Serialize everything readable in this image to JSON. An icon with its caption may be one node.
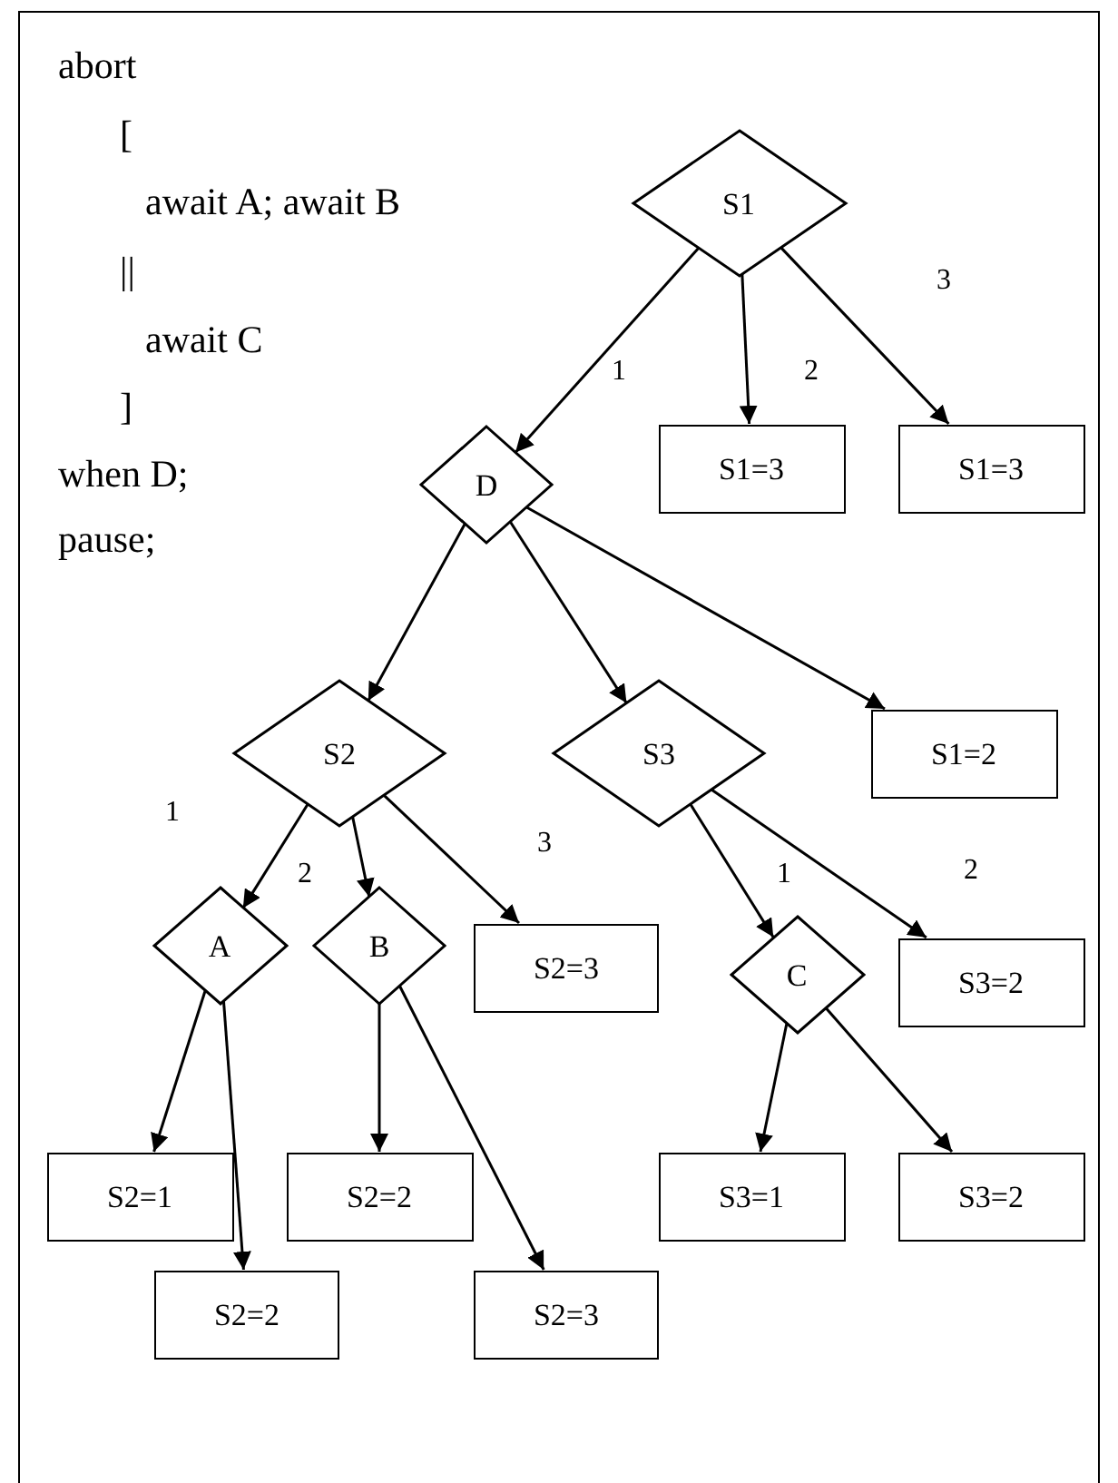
{
  "diagram": {
    "nodes": [
      {
        "text": [
          "S1"
        ]
      },
      {
        "text": [
          "D"
        ]
      },
      {
        "text": [
          "S1=3"
        ]
      },
      {
        "text": [
          "S1=3"
        ]
      },
      {
        "text": [
          "S2"
        ]
      },
      {
        "text": [
          "S3"
        ]
      },
      {
        "text": [
          "S1=2"
        ]
      },
      {
        "text": [
          "A"
        ]
      },
      {
        "text": [
          "B"
        ]
      },
      {
        "text": [
          "S2=3"
        ]
      },
      {
        "text": [
          "C"
        ]
      },
      {
        "text": [
          "S3=2"
        ]
      },
      {
        "text": [
          "S2=1"
        ]
      },
      {
        "text": [
          "S2=2"
        ]
      },
      {
        "text": [
          "S3=1"
        ]
      },
      {
        "text": [
          "S3=2"
        ]
      },
      {
        "text": [
          "S2=2"
        ]
      },
      {
        "text": [
          "S2=3"
        ]
      }
    ],
    "edges": [
      {
        "from": 0,
        "to": 1,
        "arrow": "to",
        "label": "1"
      },
      {
        "from": 0,
        "to": 2,
        "arrow": "to",
        "label": "2"
      },
      {
        "from": 0,
        "to": 3,
        "arrow": "to",
        "label": "3"
      },
      {
        "from": 1,
        "to": 4,
        "arrow": "to"
      },
      {
        "from": 1,
        "to": 5,
        "arrow": "to"
      },
      {
        "from": 1,
        "to": 6,
        "arrow": "to"
      },
      {
        "from": 4,
        "to": 7,
        "arrow": "to",
        "label": "1"
      },
      {
        "from": 4,
        "to": 8,
        "arrow": "to",
        "label": "2"
      },
      {
        "from": 4,
        "to": 9,
        "arrow": "to",
        "label": "3"
      },
      {
        "from": 5,
        "to": 10,
        "arrow": "to",
        "label": "1"
      },
      {
        "from": 5,
        "to": 11,
        "arrow": "to",
        "label": "2"
      },
      {
        "from": 7,
        "to": 12,
        "arrow": "to"
      },
      {
        "from": 7,
        "to": 16,
        "arrow": "to"
      },
      {
        "from": 8,
        "to": 13,
        "arrow": "to"
      },
      {
        "from": 8,
        "to": 17,
        "arrow": "to"
      },
      {
        "from": 10,
        "to": 14,
        "arrow": "to"
      },
      {
        "from": 10,
        "to": 15,
        "arrow": "to"
      }
    ],
    "labels": [
      "abort",
      "[",
      "await A; await B",
      "||",
      "await C",
      "]",
      "when D;",
      "pause;"
    ]
  }
}
